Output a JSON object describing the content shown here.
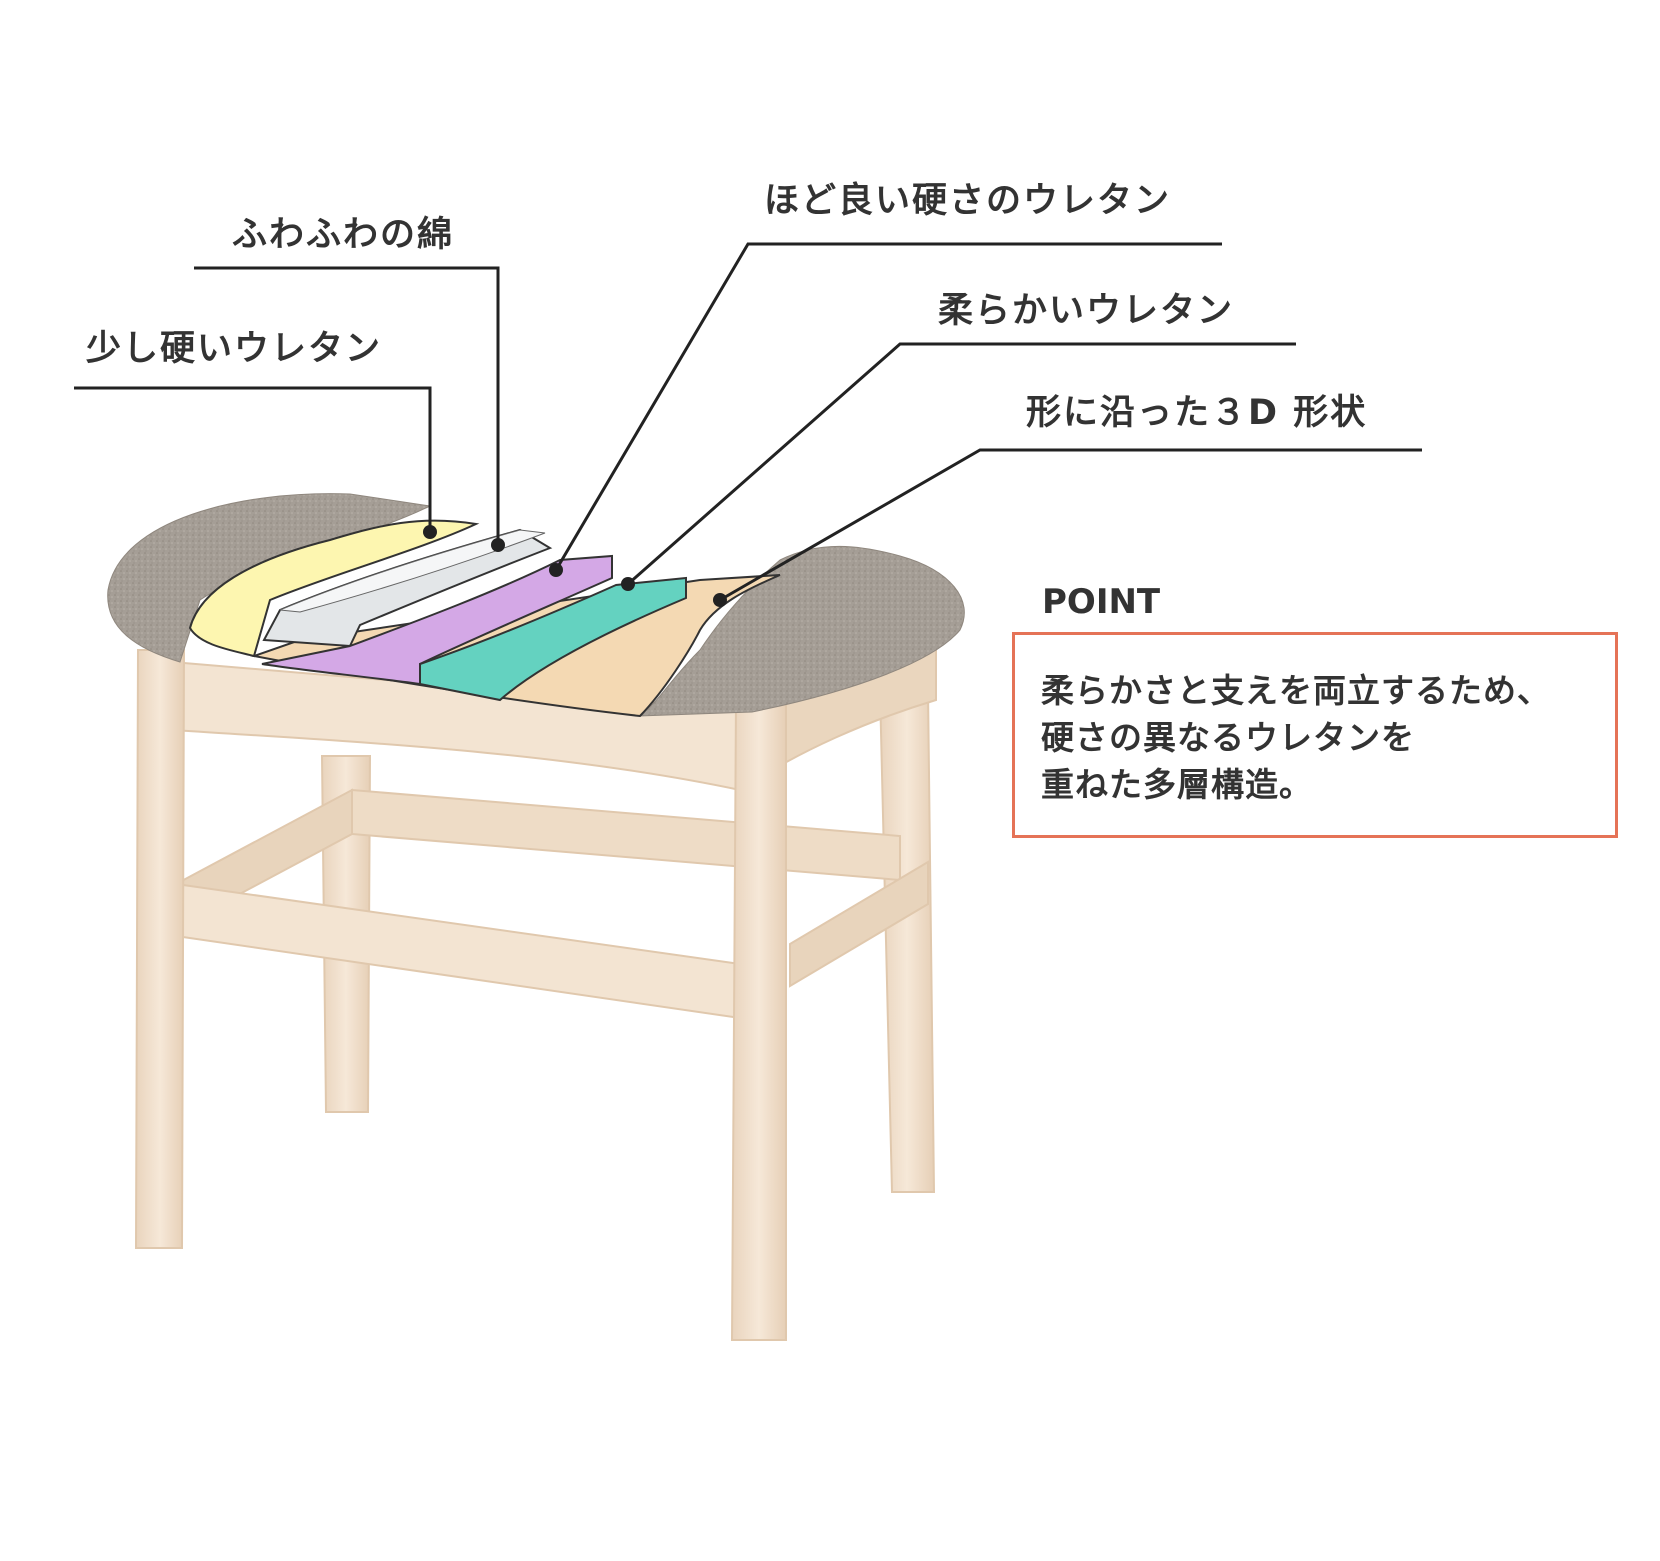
{
  "labels": {
    "cotton": "ふわふわの綿",
    "hard_urethane": "少し硬いウレタン",
    "medium_urethane": "ほど良い硬さのウレタン",
    "soft_urethane": "柔らかいウレタン",
    "shape_3d": "形に沿った３D 形状"
  },
  "point": {
    "title": "POINT",
    "lines": [
      "柔らかさと支えを両立するため、",
      "硬さの異なるウレタンを",
      "重ねた多層構造。"
    ]
  },
  "colors": {
    "fabric": "#a59e96",
    "wood": "#f1e0cc",
    "layer_yellow": "#fdf6b0",
    "layer_cotton": "#e3e6e8",
    "layer_purple": "#d4a8e6",
    "layer_teal": "#64d2c0",
    "layer_tan": "#f4d9b3",
    "accent_border": "#e57357"
  }
}
